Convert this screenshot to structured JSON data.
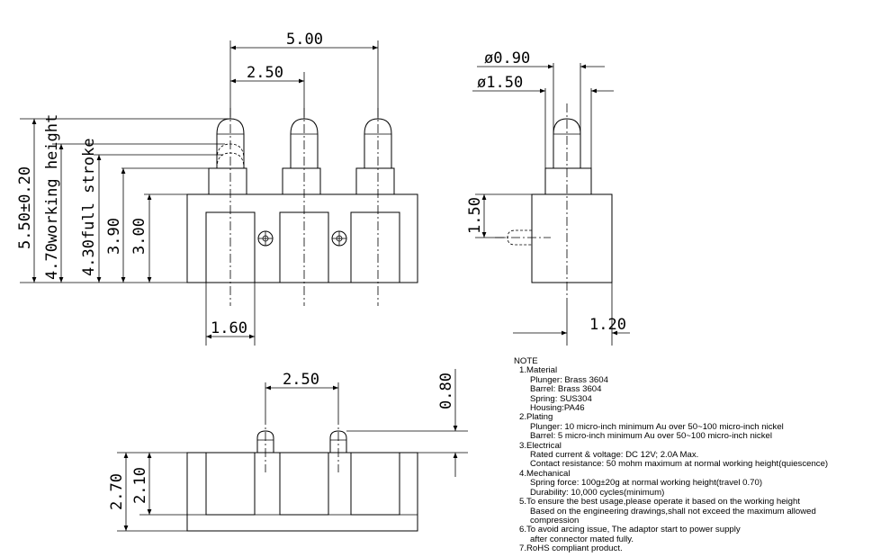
{
  "dims": {
    "pitch_total": "5.00",
    "pitch": "2.50",
    "dia_small": "ø0.90",
    "dia_large": "ø1.50",
    "height_total": "5.50±0.20",
    "working_height": "4.70working height",
    "full_stroke": "4.30full stroke",
    "h390": "3.90",
    "h300": "3.00",
    "w160": "1.60",
    "h150": "1.50",
    "w120": "1.20",
    "bottom_pitch": "2.50",
    "h080": "0.80",
    "h270": "2.70",
    "h210": "2.10"
  },
  "notes": {
    "heading": "NOTE",
    "material": "1.Material",
    "plunger": "Plunger: Brass  3604",
    "barrel": "Barrel: Brass   3604",
    "spring": "Spring: SUS304",
    "housing": "Housing:PA46",
    "plating": "2.Plating",
    "plating_plunger": "Plunger: 10 micro-inch minimum Au over 50~100 micro-inch nickel",
    "plating_barrel": "Barrel:   5 micro-inch minimum Au over 50~100 micro-inch nickel",
    "electrical": "3.Electrical",
    "rated": "Rated current & voltage: DC 12V; 2.0A Max.",
    "contact": "Contact resistance: 50 mohm maximum at normal working height(quiescence)",
    "mechanical": "4.Mechanical",
    "spring_force": "Spring force: 100g±20g at normal working height(travel 0.70)",
    "durability": "Durability: 10,000 cycles(minimum)",
    "usage1": "5.To ensure the best usage,please operate it based on the working height",
    "usage2": "Based on the engineering drawings,shall not exceed the maximum allowed",
    "usage3": "compression",
    "arcing1": "6.To avoid arcing issue, The adaptor start to power supply",
    "arcing2": "after connector mated fully.",
    "rohs": "7.RoHS compliant product."
  }
}
